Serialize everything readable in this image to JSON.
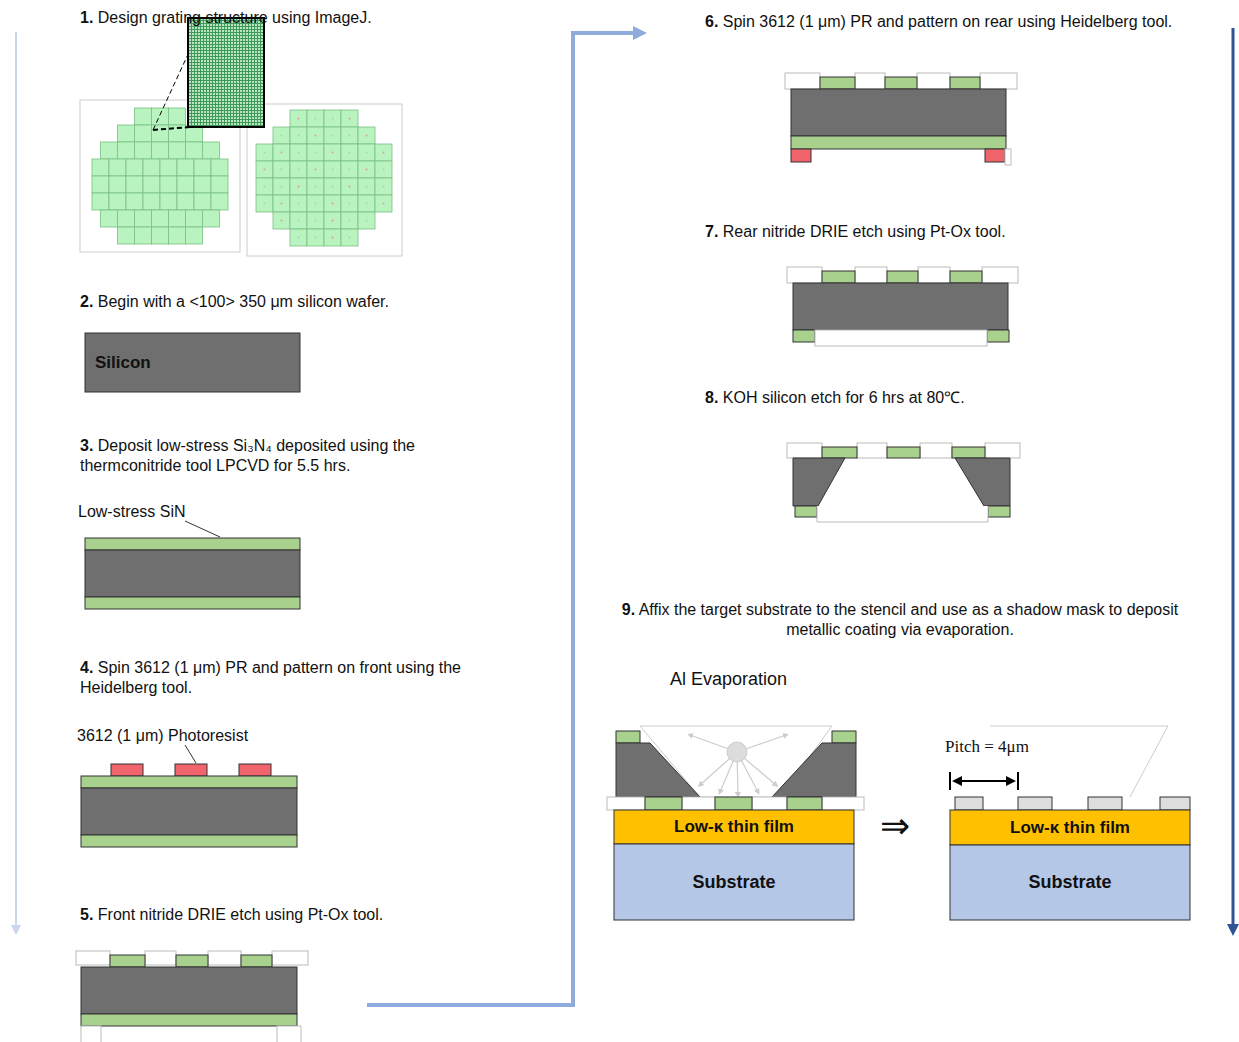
{
  "diagram": {
    "nodes": [
      {
        "text": [
          "Silicon"
        ]
      },
      {
        "text": [
          "Low-κ thin film"
        ]
      },
      {
        "text": [
          "Substrate"
        ]
      },
      {
        "text": [
          "Low-κ thin film"
        ]
      },
      {
        "text": [
          "Substrate"
        ]
      }
    ],
    "labels": [
      "1.",
      "Design grating structure using ImageJ.",
      "2.",
      "Begin with a <100> 350 μm silicon wafer.",
      "3.",
      "Deposit low-stress Si₃N₄ deposited using the thermconitride tool LPCVD for 5.5 hrs.",
      "Low-stress SiN",
      "4.",
      "Spin 3612 (1 μm) PR and pattern on front using the Heidelberg tool.",
      "3612 (1 μm) Photoresist",
      "5.",
      "Front nitride DRIE etch using Pt-Ox tool.",
      "6.",
      "Spin 3612 (1 μm) PR and pattern on rear using Heidelberg tool.",
      "7.",
      "Rear nitride DRIE etch using Pt-Ox tool.",
      "8.",
      "KOH silicon etch for 6 hrs at 80℃.",
      "9.",
      "Affix the target substrate to the stencil and use as a shadow mask to deposit metallic coating via evaporation.",
      "Al Evaporation",
      "Pitch = 4μm",
      "⇒"
    ]
  }
}
